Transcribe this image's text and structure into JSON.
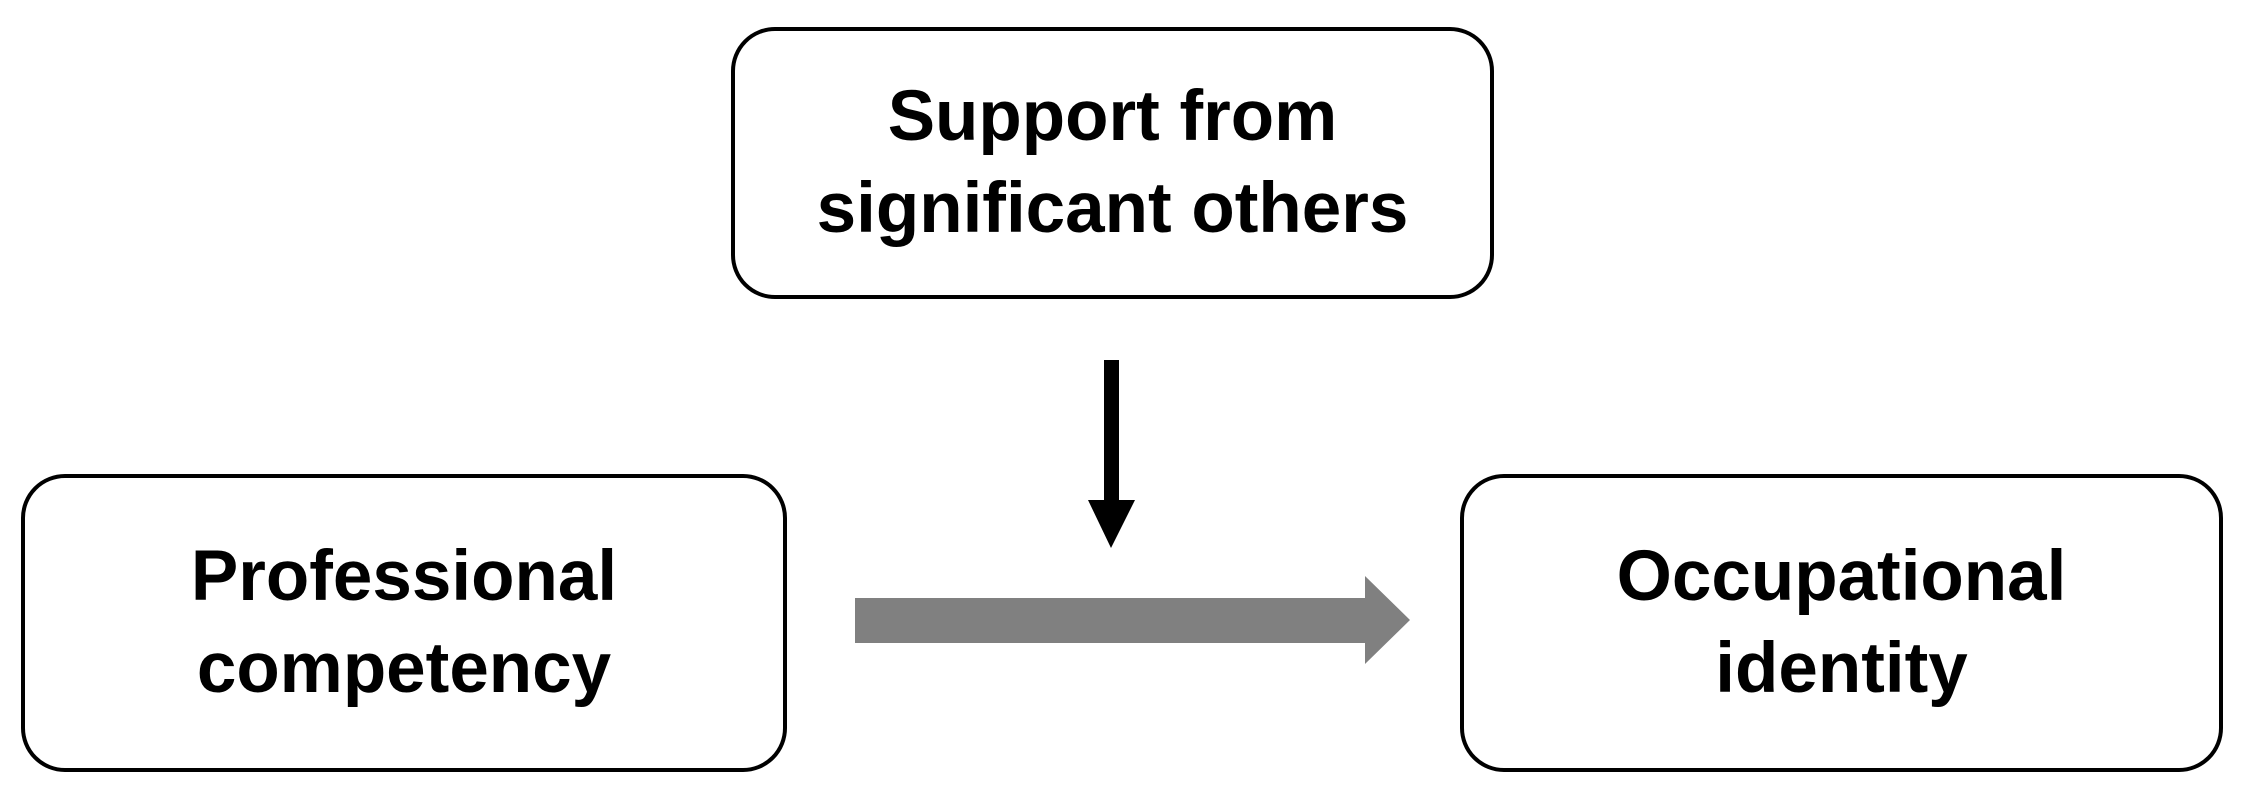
{
  "diagram": {
    "moderator": {
      "lines": [
        "Support from",
        "significant others"
      ]
    },
    "predictor": {
      "lines": [
        "Professional",
        "competency"
      ]
    },
    "outcome": {
      "lines": [
        "Occupational",
        "identity"
      ]
    }
  },
  "colors": {
    "box_border": "#000000",
    "text": "#000000",
    "main_arrow": "#808080",
    "moderation_arrow": "#000000",
    "background": "#ffffff"
  }
}
